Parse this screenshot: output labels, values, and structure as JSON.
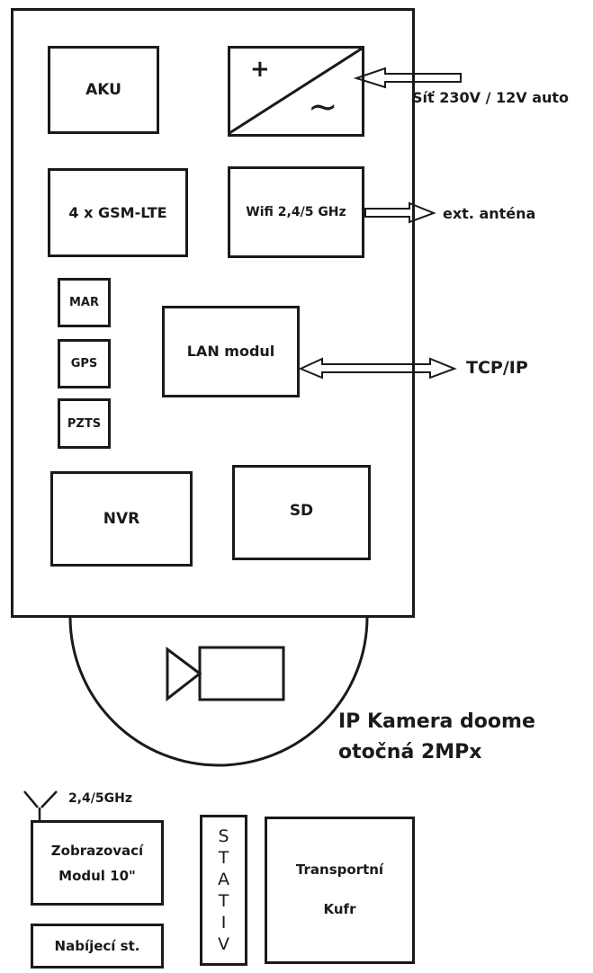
{
  "main_unit": {
    "aku": "AKU",
    "converter": {
      "plus": "+",
      "ac": "~"
    },
    "gsm": "4 x GSM-LTE",
    "wifi": "Wifi 2,4/5 GHz",
    "mar": "MAR",
    "gps": "GPS",
    "pzts": "PZTS",
    "lan": "LAN modul",
    "nvr": "NVR",
    "sd": "SD"
  },
  "external": {
    "power": "Síť 230V / 12V auto",
    "antenna": "ext. anténa",
    "tcpip": "TCP/IP"
  },
  "camera": {
    "line1": "IP Kamera doome",
    "line2": "otočná 2MPx"
  },
  "accessories": {
    "wireless": "2,4/5GHz",
    "display_line1": "Zobrazovací",
    "display_line2": "Modul 10\"",
    "charger": "Nabíjecí st.",
    "stand": [
      "S",
      "T",
      "A",
      "T",
      "I",
      "V"
    ],
    "case_line1": "Transportní",
    "case_line2": "Kufr"
  }
}
